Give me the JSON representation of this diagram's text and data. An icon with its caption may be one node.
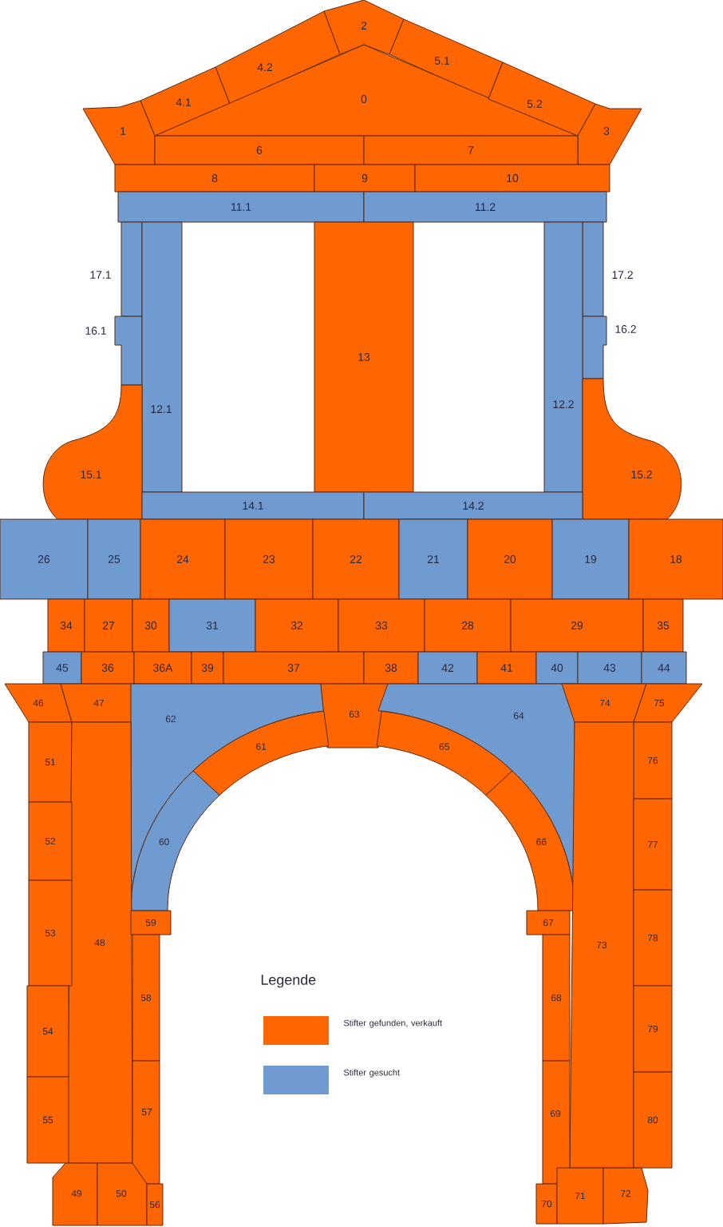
{
  "diagram": {
    "nodes": [
      {
        "text": [
          "2"
        ]
      },
      {
        "text": [
          "4.2"
        ]
      },
      {
        "text": [
          "5.1"
        ]
      },
      {
        "text": [
          "4.1"
        ]
      },
      {
        "text": [
          "0"
        ]
      },
      {
        "text": [
          "5.2"
        ]
      },
      {
        "text": [
          "1"
        ]
      },
      {
        "text": [
          "3"
        ]
      },
      {
        "text": [
          "6"
        ]
      },
      {
        "text": [
          "7"
        ]
      },
      {
        "text": [
          "8"
        ]
      },
      {
        "text": [
          "9"
        ]
      },
      {
        "text": [
          "10"
        ]
      },
      {
        "text": [
          "11.1"
        ]
      },
      {
        "text": [
          "11.2"
        ]
      },
      {
        "text": [
          "17.1"
        ]
      },
      {
        "text": [
          "17.2"
        ]
      },
      {
        "text": [
          "16.1"
        ]
      },
      {
        "text": [
          "16.2"
        ]
      },
      {
        "text": [
          "12.1"
        ]
      },
      {
        "text": [
          "13"
        ]
      },
      {
        "text": [
          "12.2"
        ]
      },
      {
        "text": [
          "15.1"
        ]
      },
      {
        "text": [
          "15.2"
        ]
      },
      {
        "text": [
          "14.1"
        ]
      },
      {
        "text": [
          "14.2"
        ]
      },
      {
        "text": [
          "26"
        ]
      },
      {
        "text": [
          "25"
        ]
      },
      {
        "text": [
          "24"
        ]
      },
      {
        "text": [
          "23"
        ]
      },
      {
        "text": [
          "22"
        ]
      },
      {
        "text": [
          "21"
        ]
      },
      {
        "text": [
          "20"
        ]
      },
      {
        "text": [
          "19"
        ]
      },
      {
        "text": [
          "18"
        ]
      },
      {
        "text": [
          "34"
        ]
      },
      {
        "text": [
          "27"
        ]
      },
      {
        "text": [
          "30"
        ]
      },
      {
        "text": [
          "31"
        ]
      },
      {
        "text": [
          "32"
        ]
      },
      {
        "text": [
          "33"
        ]
      },
      {
        "text": [
          "28"
        ]
      },
      {
        "text": [
          "29"
        ]
      },
      {
        "text": [
          "35"
        ]
      },
      {
        "text": [
          "45"
        ]
      },
      {
        "text": [
          "36"
        ]
      },
      {
        "text": [
          "36A"
        ]
      },
      {
        "text": [
          "39"
        ]
      },
      {
        "text": [
          "37"
        ]
      },
      {
        "text": [
          "38"
        ]
      },
      {
        "text": [
          "42"
        ]
      },
      {
        "text": [
          "41"
        ]
      },
      {
        "text": [
          "40"
        ]
      },
      {
        "text": [
          "43"
        ]
      },
      {
        "text": [
          "44"
        ]
      },
      {
        "text": [
          "46"
        ]
      },
      {
        "text": [
          "47"
        ]
      },
      {
        "text": [
          "62"
        ]
      },
      {
        "text": [
          "63"
        ]
      },
      {
        "text": [
          "64"
        ]
      },
      {
        "text": [
          "74"
        ]
      },
      {
        "text": [
          "75"
        ]
      },
      {
        "text": [
          "61"
        ]
      },
      {
        "text": [
          "65"
        ]
      },
      {
        "text": [
          "51"
        ]
      },
      {
        "text": [
          "76"
        ]
      },
      {
        "text": [
          "60"
        ]
      },
      {
        "text": [
          "66"
        ]
      },
      {
        "text": [
          "48"
        ]
      },
      {
        "text": [
          "73"
        ]
      },
      {
        "text": [
          "52"
        ]
      },
      {
        "text": [
          "77"
        ]
      },
      {
        "text": [
          "59"
        ]
      },
      {
        "text": [
          "67"
        ]
      },
      {
        "text": [
          "53"
        ]
      },
      {
        "text": [
          "78"
        ]
      },
      {
        "text": [
          "58"
        ]
      },
      {
        "text": [
          "68"
        ]
      },
      {
        "text": [
          "54"
        ]
      },
      {
        "text": [
          "79"
        ]
      },
      {
        "text": [
          "57"
        ]
      },
      {
        "text": [
          "69"
        ]
      },
      {
        "text": [
          "55"
        ]
      },
      {
        "text": [
          "80"
        ]
      },
      {
        "text": [
          "49"
        ]
      },
      {
        "text": [
          "50"
        ]
      },
      {
        "text": [
          "56"
        ]
      },
      {
        "text": [
          "70"
        ]
      },
      {
        "text": [
          "71"
        ]
      },
      {
        "text": [
          "72"
        ]
      }
    ],
    "labels": [
      "Legende"
    ],
    "legend": [
      {
        "text": "Stifter gefunden, verkauft",
        "color": "#ff6600"
      },
      {
        "text": "Stifter gesucht",
        "color": "#6f9bd1"
      }
    ]
  }
}
